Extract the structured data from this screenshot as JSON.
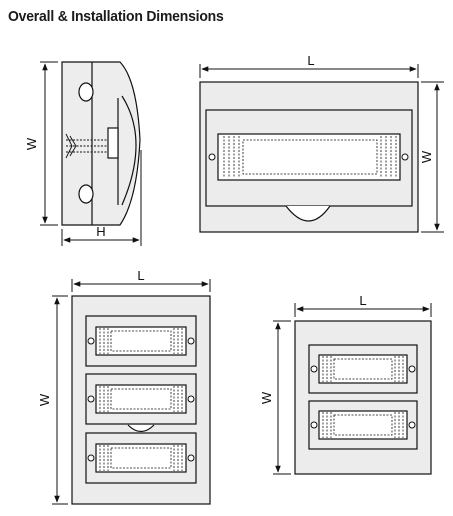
{
  "title": "Overall & Installation Dimensions",
  "labels": {
    "W": "W",
    "H": "H",
    "L": "L"
  },
  "colors": {
    "line": "#111111",
    "panel_fill": "#ececec",
    "window_fill": "#ffffff"
  }
}
